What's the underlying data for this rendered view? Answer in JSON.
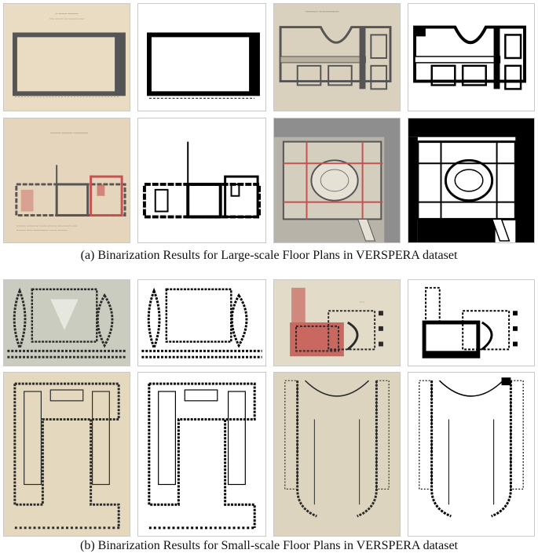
{
  "figure": {
    "section_a": {
      "caption": "(a) Binarization Results for Large-scale Floor Plans in VERSPERA dataset",
      "tiles": [
        {
          "kind": "scan",
          "name": "large-plan-1-original"
        },
        {
          "kind": "binary",
          "name": "large-plan-1-binarized"
        },
        {
          "kind": "scan",
          "name": "large-plan-2-original"
        },
        {
          "kind": "binary",
          "name": "large-plan-2-binarized"
        },
        {
          "kind": "scan",
          "name": "large-plan-3-original"
        },
        {
          "kind": "binary",
          "name": "large-plan-3-binarized"
        },
        {
          "kind": "scan",
          "name": "large-plan-4-original"
        },
        {
          "kind": "binary",
          "name": "large-plan-4-binarized"
        }
      ]
    },
    "section_b": {
      "caption": "(b) Binarization Results for Small-scale Floor Plans in VERSPERA dataset",
      "tiles": [
        {
          "kind": "scan",
          "name": "small-plan-1-original"
        },
        {
          "kind": "binary",
          "name": "small-plan-1-binarized"
        },
        {
          "kind": "scan",
          "name": "small-plan-2-original"
        },
        {
          "kind": "binary",
          "name": "small-plan-2-binarized"
        },
        {
          "kind": "scan",
          "name": "small-plan-3-original"
        },
        {
          "kind": "binary",
          "name": "small-plan-3-binarized"
        },
        {
          "kind": "scan",
          "name": "small-plan-4-original"
        },
        {
          "kind": "binary",
          "name": "small-plan-4-binarized"
        }
      ]
    },
    "colors": {
      "paper": "#e9dcc2",
      "ink": "#2a2a2a",
      "red_wash": "#c4524f",
      "grey_wash": "#8e8e8e",
      "binary_black": "#000000",
      "binary_white": "#ffffff"
    }
  }
}
